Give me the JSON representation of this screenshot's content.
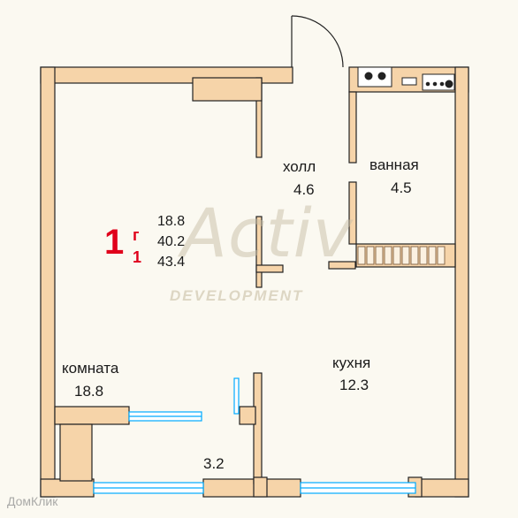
{
  "rooms": {
    "hall": {
      "name": "холл",
      "area": "4.6"
    },
    "bathroom": {
      "name": "ванная",
      "area": "4.5"
    },
    "room": {
      "name": "комната",
      "area": "18.8"
    },
    "kitchen": {
      "name": "кухня",
      "area": "12.3"
    },
    "balcony": {
      "area": "3.2"
    }
  },
  "apartment": {
    "rooms_count": "1",
    "type_letter": "г",
    "index": "1",
    "living_area": "18.8",
    "total_area": "40.2",
    "total_with_balcony": "43.4"
  },
  "watermark": {
    "brand": "Activ",
    "subtitle": "DEVELOPMENT",
    "corner": "ДомКлик"
  },
  "colors": {
    "wall": "#f6d4a9",
    "wall_outline": "#222222",
    "badge": "#e0001b",
    "window": "#00aaff"
  }
}
